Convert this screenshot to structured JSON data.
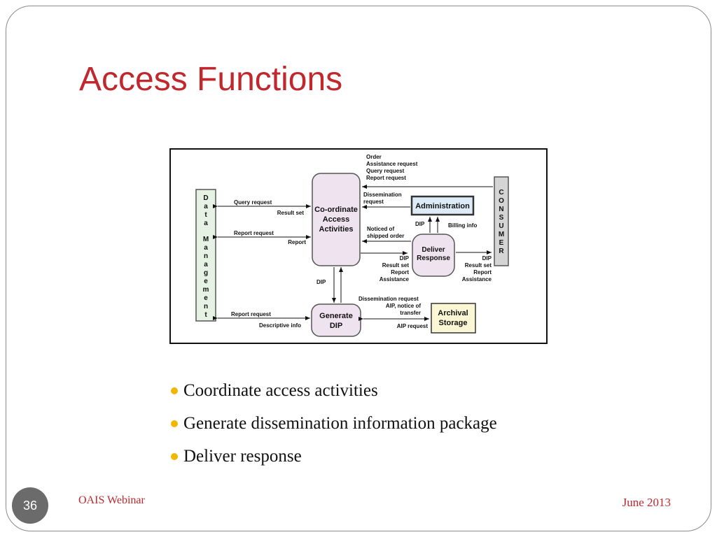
{
  "slide": {
    "title": "Access Functions",
    "bullets": [
      "Coordinate access activities",
      "Generate dissemination information package",
      "Deliver response"
    ],
    "page_number": "36",
    "footer_left": "OAIS Webinar",
    "footer_right": "June 2013",
    "colors": {
      "title": "#c0282d",
      "footer": "#c0282d",
      "bullet": "#f2b705",
      "page_badge": "#6b6b6b"
    }
  },
  "diagram": {
    "nodes": {
      "data_management_letters": [
        "D",
        "a",
        "t",
        "a",
        "",
        "M",
        "a",
        "n",
        "a",
        "g",
        "e",
        "m",
        "e",
        "n",
        "t"
      ],
      "coordinate": [
        "Co-ordinate",
        "Access",
        "Activities"
      ],
      "administration": "Administration",
      "deliver": [
        "Deliver",
        "Response"
      ],
      "generate": [
        "Generate",
        "DIP"
      ],
      "archival": [
        "Archival",
        "Storage"
      ],
      "consumer_letters": [
        "C",
        "O",
        "N",
        "S",
        "U",
        "M",
        "E",
        "R"
      ]
    },
    "labels": {
      "consumer_to_coord": [
        "Order",
        "Assistance request",
        "Query request",
        "Report request"
      ],
      "admin_to_coord": [
        "Dissemination",
        "request"
      ],
      "query_request": "Query request",
      "result_set": "Result set",
      "report_request_1": "Report request",
      "report_1": "Report",
      "noticed": [
        "Noticed of",
        "shipped order"
      ],
      "dip_admin": "DIP",
      "billing_info": "Billing info",
      "coord_to_deliver": [
        "DIP",
        "Result set",
        "Report",
        "Assistance"
      ],
      "deliver_to_consumer": [
        "DIP",
        "Result set",
        "Report",
        "Assistance"
      ],
      "dip_vertical": "DIP",
      "gen_to_archival": [
        "Dissemination request",
        "AIP, notice of",
        "transfer"
      ],
      "aip_request": "AIP request",
      "report_request_2": "Report request",
      "descriptive_info": "Descriptive info"
    }
  }
}
